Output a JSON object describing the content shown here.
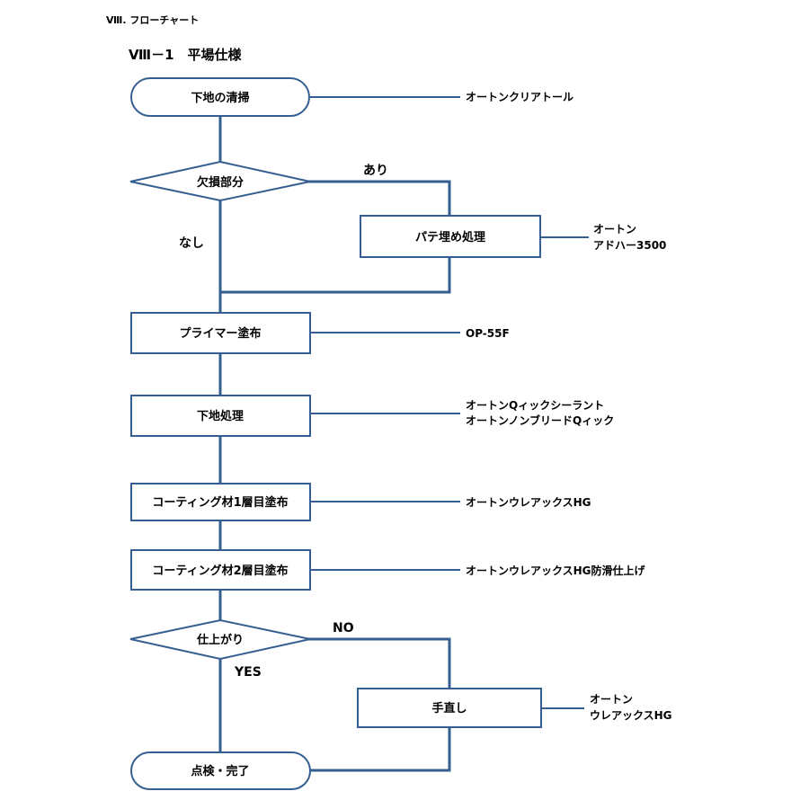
{
  "header": {
    "section": "Ⅷ. フローチャート",
    "subsection": "Ⅷ－1　平場仕様"
  },
  "nodes": {
    "cleaning": "下地の清掃",
    "defect": "欠損部分",
    "putty": "パテ埋め処理",
    "primer": "プライマー塗布",
    "substrate": "下地処理",
    "coat1": "コーティング材1層目塗布",
    "coat2": "コーティング材2層目塗布",
    "finish_check": "仕上がり",
    "touchup": "手直し",
    "complete": "点検・完了"
  },
  "branches": {
    "defect_yes": "あり",
    "defect_no": "なし",
    "finish_no": "NO",
    "finish_yes": "YES"
  },
  "products": {
    "cleaning": [
      "オートンクリアトール"
    ],
    "putty": [
      "オートン",
      "アドハー3500"
    ],
    "primer": [
      "OP-55F"
    ],
    "substrate": [
      "オートンQィックシーラント",
      "オートンノンブリードQィック"
    ],
    "coat1": [
      "オートンウレアックスHG"
    ],
    "coat2": [
      "オートンウレアックスHG防滑仕上げ"
    ],
    "touchup": [
      "オートン",
      "ウレアックスHG"
    ]
  }
}
